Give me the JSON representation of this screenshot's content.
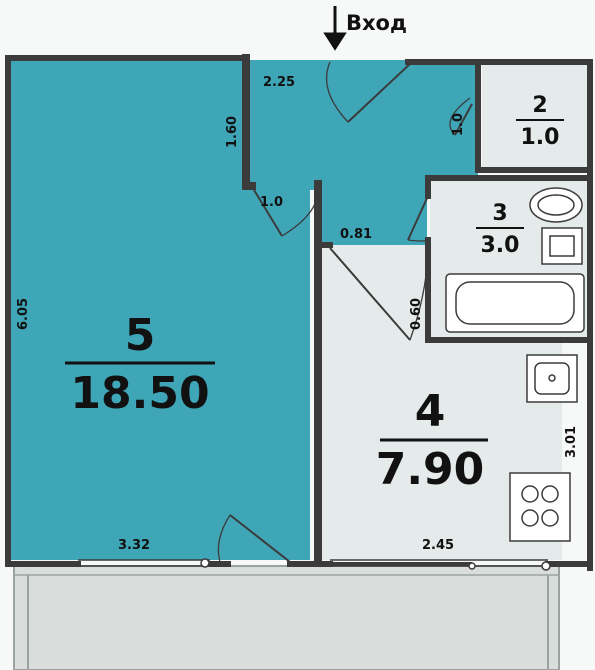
{
  "entrance_label": "Вход",
  "colors": {
    "room_blue": "#3fa6b8",
    "room_light": "#e4ebea",
    "wall": "#3b3b3b",
    "balcony": "#d9dedc",
    "balcony_line": "#9aa3a0"
  },
  "rooms": {
    "main_room": {
      "number": "5",
      "area": "18.50"
    },
    "kitchen": {
      "number": "4",
      "area": "7.90"
    },
    "toilet": {
      "number": "2",
      "area": "1.0"
    },
    "bathroom": {
      "number": "3",
      "area": "3.0"
    }
  },
  "dimensions": {
    "hall_width": "2.25",
    "hall_height": "1.60",
    "room_height": "6.05",
    "room_width": "3.32",
    "kitchen_width": "2.45",
    "kitchen_height": "3.01",
    "room_door": "1.0",
    "kitchen_door": "0.81",
    "bath_door": "0.60",
    "toilet_door": "1.0"
  },
  "fixtures": [
    "sink-icon",
    "bathtub-icon",
    "kitchen-sink-icon",
    "stove-icon",
    "toilet-icon"
  ]
}
